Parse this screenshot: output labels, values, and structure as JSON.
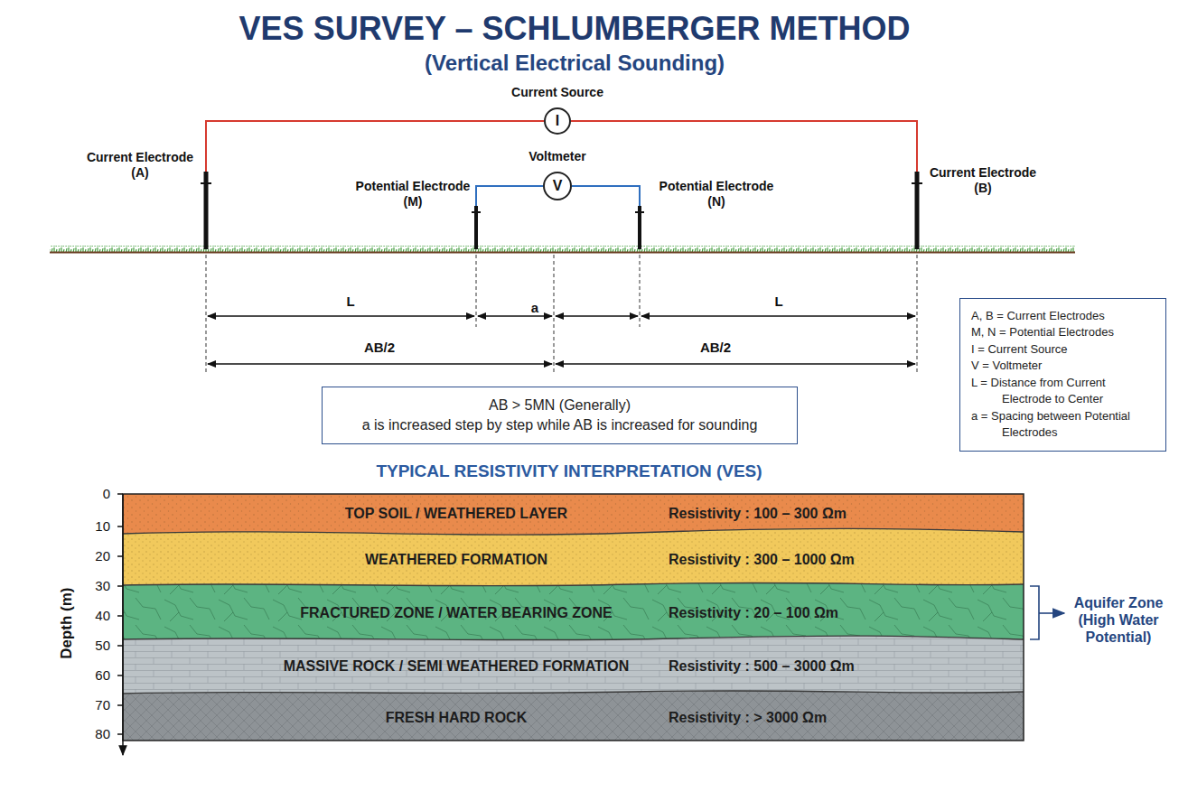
{
  "diagram": {
    "title": "VES SURVEY – SCHLUMBERGER METHOD",
    "nodes": [
      {
        "text": [
          "I"
        ]
      },
      {
        "text": [
          "V"
        ]
      },
      {
        "text": [
          "AB > 5MN (Generally)",
          "a is increased step by step while AB is increased for sounding"
        ]
      },
      {
        "text": [
          "A, B = Current Electrodes",
          "M, N = Potential Electrodes",
          "I = Current Source",
          "V = Voltmeter",
          "L = Distance from Current Electrode to Center",
          "a = Spacing between Potential Electrodes"
        ]
      },
      {
        "text": [
          "TOP SOIL / WEATHERED LAYER",
          "Resistivity : 100 – 300 Ωm"
        ]
      },
      {
        "text": [
          "WEATHERED FORMATION",
          "Resistivity : 300 – 1000 Ωm"
        ]
      },
      {
        "text": [
          "FRACTURED ZONE / WATER BEARING ZONE",
          "Resistivity : 20 – 100 Ωm"
        ]
      },
      {
        "text": [
          "MASSIVE ROCK / SEMI WEATHERED FORMATION",
          "Resistivity : 500 – 3000 Ωm"
        ]
      },
      {
        "text": [
          "FRESH HARD ROCK",
          "Resistivity : > 3000 Ωm"
        ]
      }
    ],
    "labels": [
      "(Vertical Electrical Sounding)",
      "Current Source",
      "Voltmeter",
      "Current Electrode (A)",
      "Potential Electrode (M)",
      "Potential Electrode (N)",
      "Current Electrode (B)",
      "L",
      "a",
      "L",
      "AB/2",
      "AB/2",
      "TYPICAL RESISTIVITY INTERPRETATION (VES)",
      "Depth (m)",
      "0",
      "10",
      "20",
      "30",
      "40",
      "50",
      "60",
      "70",
      "80",
      "Aquifer Zone (High Water Potential)"
    ]
  }
}
